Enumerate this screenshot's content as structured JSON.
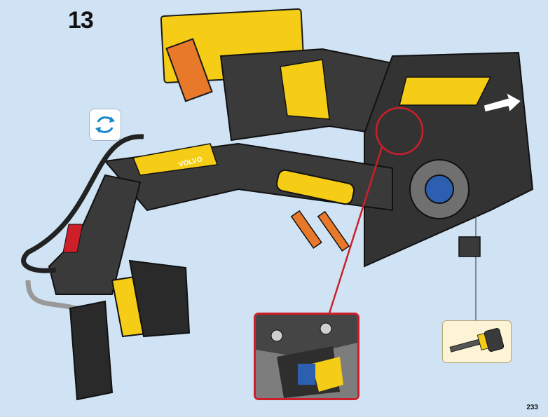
{
  "step": {
    "number": "13"
  },
  "page": {
    "number": "233"
  },
  "model": {
    "brand_text": "VOLVO"
  },
  "icons": {
    "rotate": "rotate-model-icon",
    "arrow": "insert-direction-arrow-icon",
    "part": "axle-with-stop-part-icon"
  },
  "colors": {
    "background": "#cfe3f5",
    "callout_border": "#cc1f2a",
    "part_box": "#fdf4d6",
    "brick_yellow": "#f5cd16",
    "brick_black": "#2a2a2a",
    "brick_orange": "#e8782a"
  }
}
